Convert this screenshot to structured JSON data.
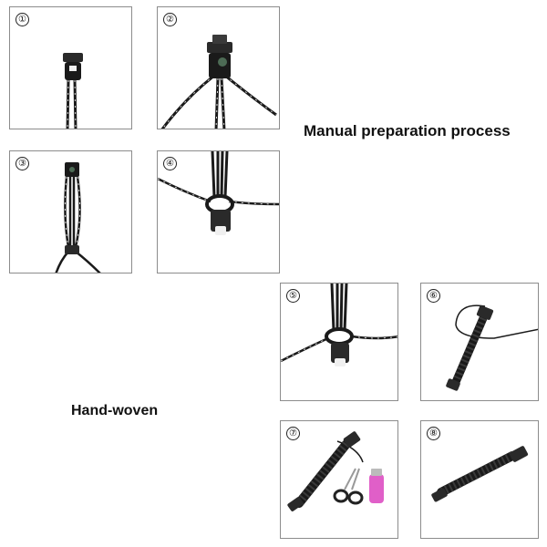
{
  "headings": {
    "manual_preparation": "Manual preparation process",
    "hand_woven": "Hand-woven"
  },
  "steps": [
    {
      "badge": "①",
      "image": "buckle with folded cord"
    },
    {
      "badge": "②",
      "image": "buckle with compass and cords"
    },
    {
      "badge": "③",
      "image": "cords stretched between buckles"
    },
    {
      "badge": "④",
      "image": "first knot below buckle"
    },
    {
      "badge": "⑤",
      "image": "knot tied at buckle base"
    },
    {
      "badge": "⑥",
      "image": "partially woven bracelet"
    },
    {
      "badge": "⑦",
      "image": "woven bracelet with scissors and lighter"
    },
    {
      "badge": "⑧",
      "image": "finished bracelet"
    }
  ],
  "colors": {
    "cord": "#1a1a1a",
    "reflective": "#d8d8d8",
    "buckle": "#2a2a2a",
    "frame": "#8c8c8c",
    "scissors_handle": "#222222",
    "lighter": "#e05fc8"
  }
}
